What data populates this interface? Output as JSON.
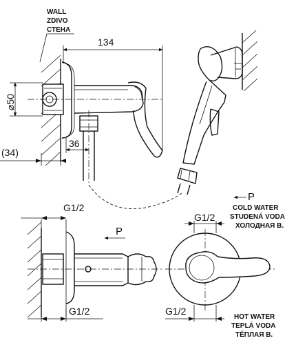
{
  "wall_label": [
    "WALL",
    "ZDIVO",
    "СТЕНА"
  ],
  "dimensions": {
    "width_134": "134",
    "diameter_50": "⌀50",
    "depth_36": "36",
    "offset_34": "(34)",
    "thread_top": "G1/2",
    "thread_bottom_left": "G1/2",
    "thread_right_top": "G1/2",
    "thread_right_bottom": "G1/2"
  },
  "flow_mark": "P",
  "cold_water": [
    "P",
    "COLD WATER",
    "STUDENÁ VODA",
    "ХОЛОДНАЯ В."
  ],
  "hot_water": [
    "HOT WATER",
    "TEPLÁ VODA",
    "ТЁПЛАЯ В."
  ]
}
